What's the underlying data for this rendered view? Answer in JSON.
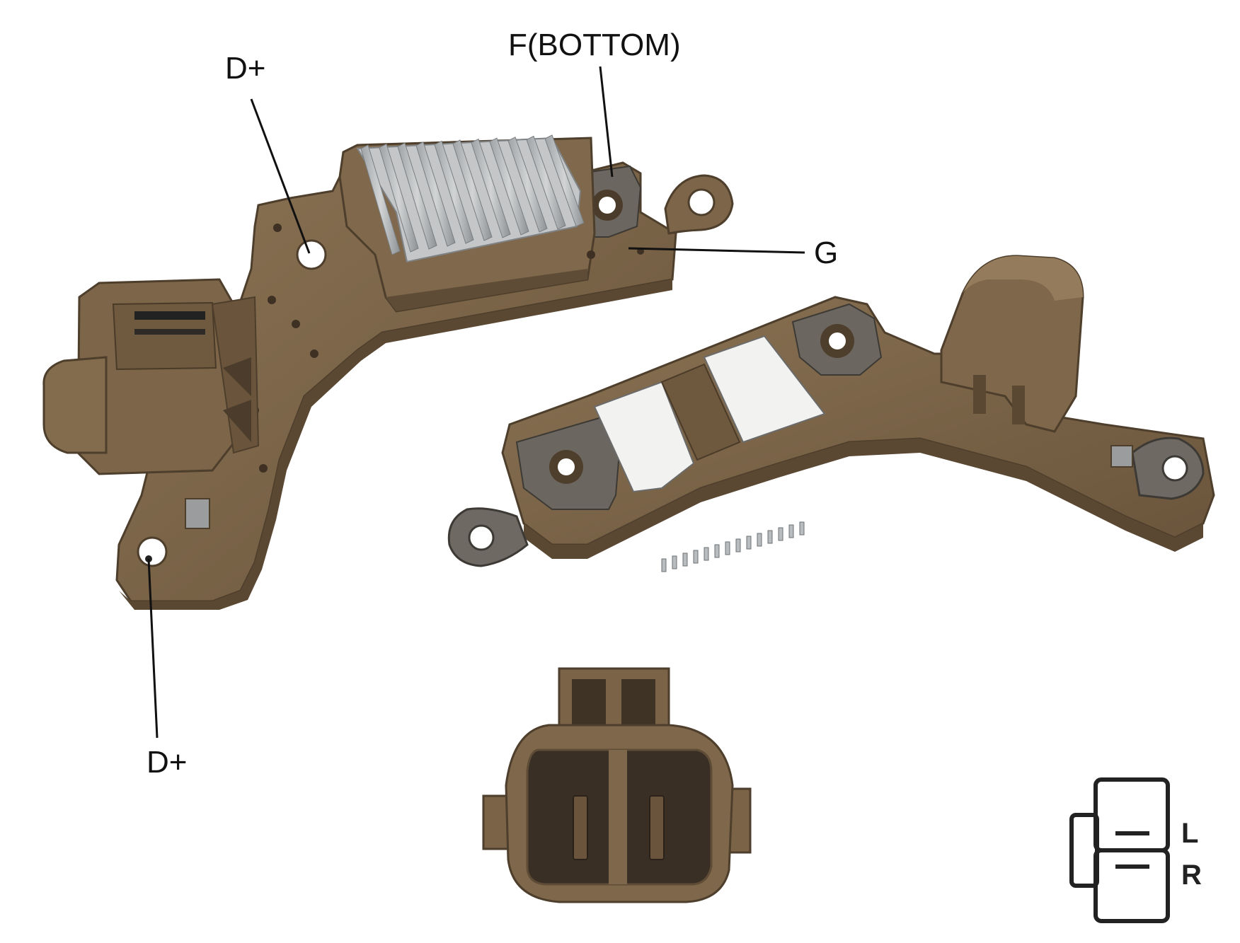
{
  "callouts": {
    "d_plus_top": "D+",
    "f_bottom": "F(BOTTOM)",
    "g": "G",
    "d_plus_bottom": "D+"
  },
  "pinout": {
    "top_pin": "L",
    "bottom_pin": "R"
  },
  "colors": {
    "housing": "#7a6347",
    "housing_dark": "#5c4a35",
    "housing_light": "#8d7556",
    "heatsink": "#b9bcbe",
    "gasket": "#6e6a63",
    "pad": "#f2f2f0",
    "leader": "#111111"
  }
}
